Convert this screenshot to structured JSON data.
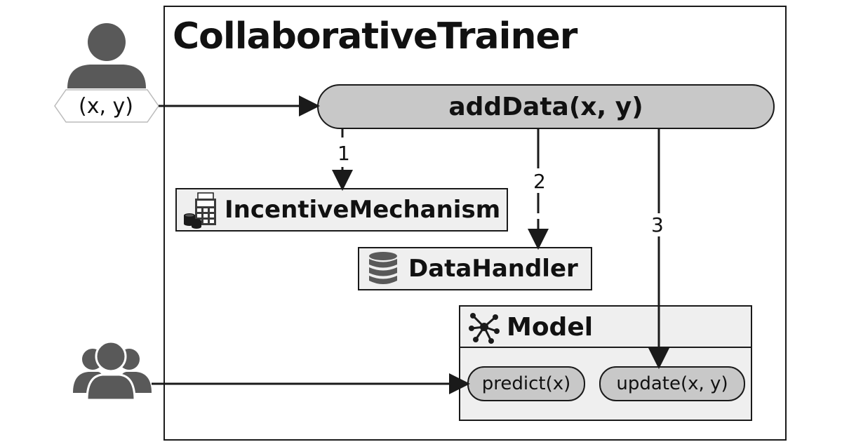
{
  "trainer": {
    "title": "CollaborativeTrainer"
  },
  "add_data": {
    "label": "addData(x, y)"
  },
  "contributor": {
    "input_label": "(x, y)",
    "icon": "user-icon"
  },
  "users": {
    "icon": "users-group-icon"
  },
  "steps": {
    "one": "1",
    "two": "2",
    "three": "3"
  },
  "incentive": {
    "label": "IncentiveMechanism",
    "icon": "calculator-coins-icon"
  },
  "data_handler": {
    "label": "DataHandler",
    "icon": "database-icon"
  },
  "model": {
    "label": "Model",
    "icon": "network-icon",
    "predict_label": "predict(x)",
    "update_label": "update(x, y)"
  },
  "colors": {
    "pill_fill": "#c8c8c8",
    "box_fill": "#efefef",
    "stroke": "#1a1a1a",
    "icon": "#595959"
  }
}
